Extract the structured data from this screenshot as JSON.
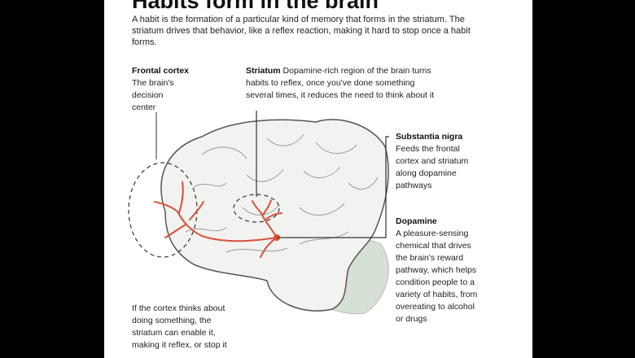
{
  "title": "Habits form in the brain",
  "intro": "A habit is the formation of a particular kind of memory that forms in the striatum. The striatum drives that behavior, like a reflex reaction, making it hard to stop once a habit forms.",
  "frontal_cortex": {
    "heading": "Frontal cortex",
    "lines": [
      "The brain's",
      "decision",
      "center"
    ]
  },
  "striatum": {
    "heading": "Striatum",
    "line1": "Dopamine-rich region of the brain turns",
    "line2": "habits to reflex, once you've done something",
    "line3": "several times, it reduces the need to think about it"
  },
  "substantia_nigra": {
    "heading": "Substantia nigra",
    "lines": [
      "Feeds the frontal",
      "cortex and striatum",
      "along dopamine",
      "pathways"
    ]
  },
  "dopamine": {
    "heading": "Dopamine",
    "lines": [
      "A pleasure-sensing",
      "chemical that drives",
      "the brain's reward",
      "pathway, which helps",
      "condition people to a",
      "variety of habits, from",
      "overeating to alcohol",
      "or drugs"
    ]
  },
  "cortex_note": {
    "lines": [
      "If the cortex thinks about",
      "doing something, the",
      "striatum can enable it,",
      "making it reflex, or stop it"
    ]
  },
  "colors": {
    "pathway": "#d9503a",
    "brain_fill": "#f2f2f0",
    "brain_shadow": "#d7e0d5",
    "outline": "#444444"
  }
}
